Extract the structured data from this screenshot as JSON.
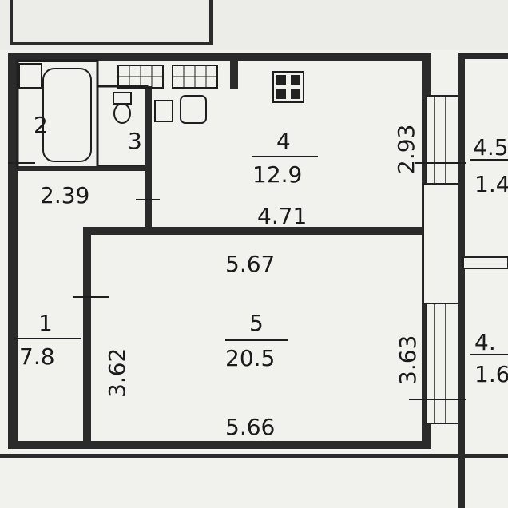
{
  "rooms": [
    {
      "number": "1",
      "area": "7.8"
    },
    {
      "number": "2",
      "area": ""
    },
    {
      "number": "3",
      "area": ""
    },
    {
      "number": "4",
      "area": "12.9"
    },
    {
      "number": "5",
      "area": "20.5"
    }
  ],
  "dimensions": {
    "corridor_width": "2.39",
    "corridor_height": "3.62",
    "kitchen_height": "2.93",
    "kitchen_width": "4.71",
    "living_top_width": "5.67",
    "living_bottom_width": "5.66",
    "living_height": "3.63"
  },
  "neighbors": {
    "upper_number": "4.5",
    "upper_area": "1.4",
    "lower_number": "4.",
    "lower_area": "1.6"
  },
  "colors": {
    "paper": "#f1f1ee",
    "wall": "#2b2b2b",
    "ink": "#1a1a1a"
  }
}
